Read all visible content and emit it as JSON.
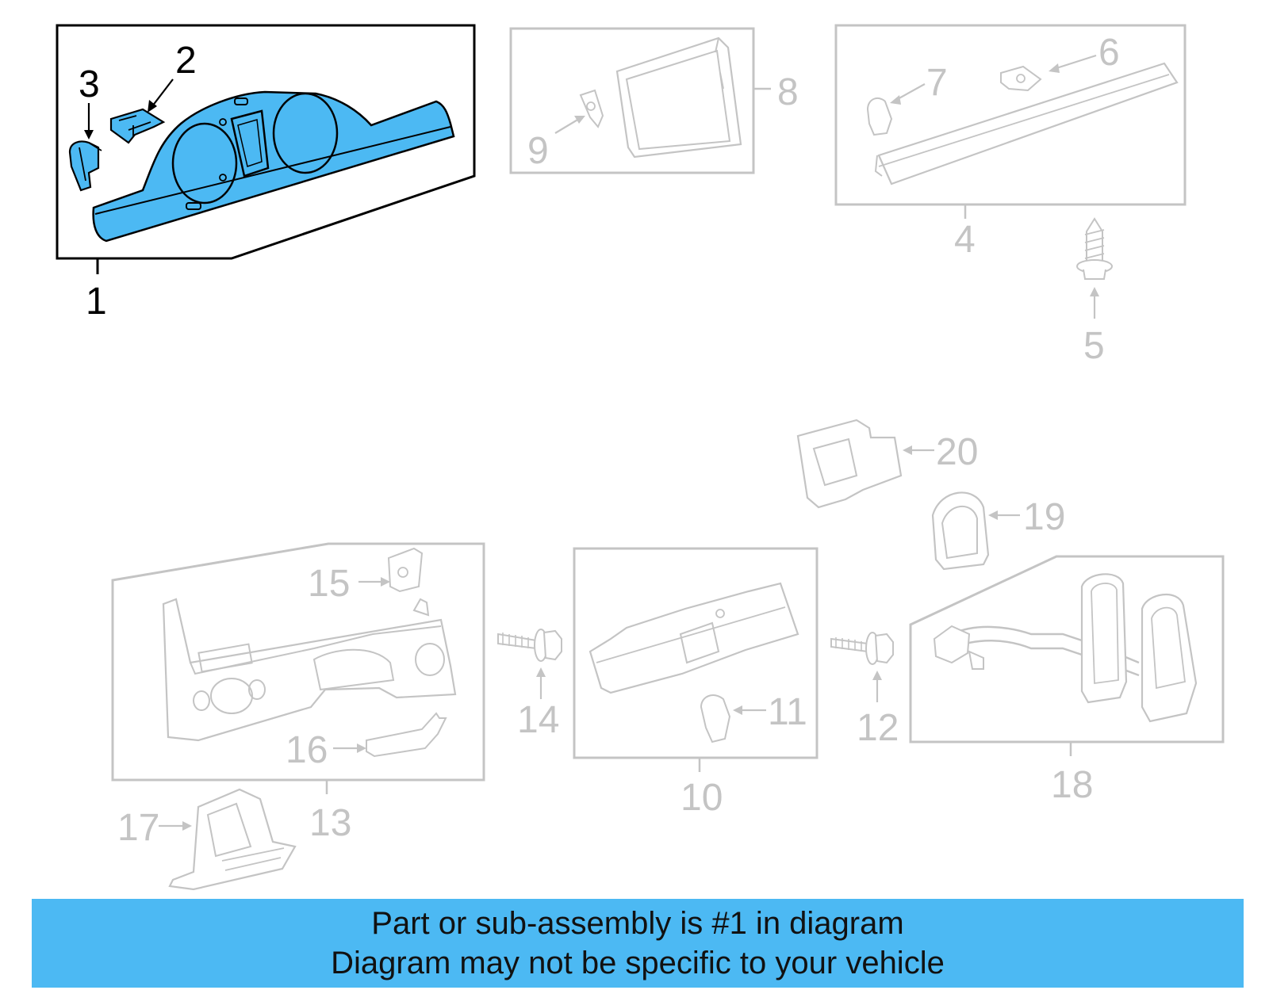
{
  "colors": {
    "highlight": "#4cb9f3",
    "active_outline": "#000000",
    "inactive": "#c4c4c4",
    "banner_background": "#4cb9f3",
    "banner_text": "#111111"
  },
  "callouts": {
    "c1": "1",
    "c2": "2",
    "c3": "3",
    "c4": "4",
    "c5": "5",
    "c6": "6",
    "c7": "7",
    "c8": "8",
    "c9": "9",
    "c10": "10",
    "c11": "11",
    "c12": "12",
    "c13": "13",
    "c14": "14",
    "c15": "15",
    "c16": "16",
    "c17": "17",
    "c18": "18",
    "c19": "19",
    "c20": "20"
  },
  "banner": {
    "line1": "Part or sub-assembly is #1 in diagram",
    "line2": "Diagram may not be specific to your vehicle"
  }
}
